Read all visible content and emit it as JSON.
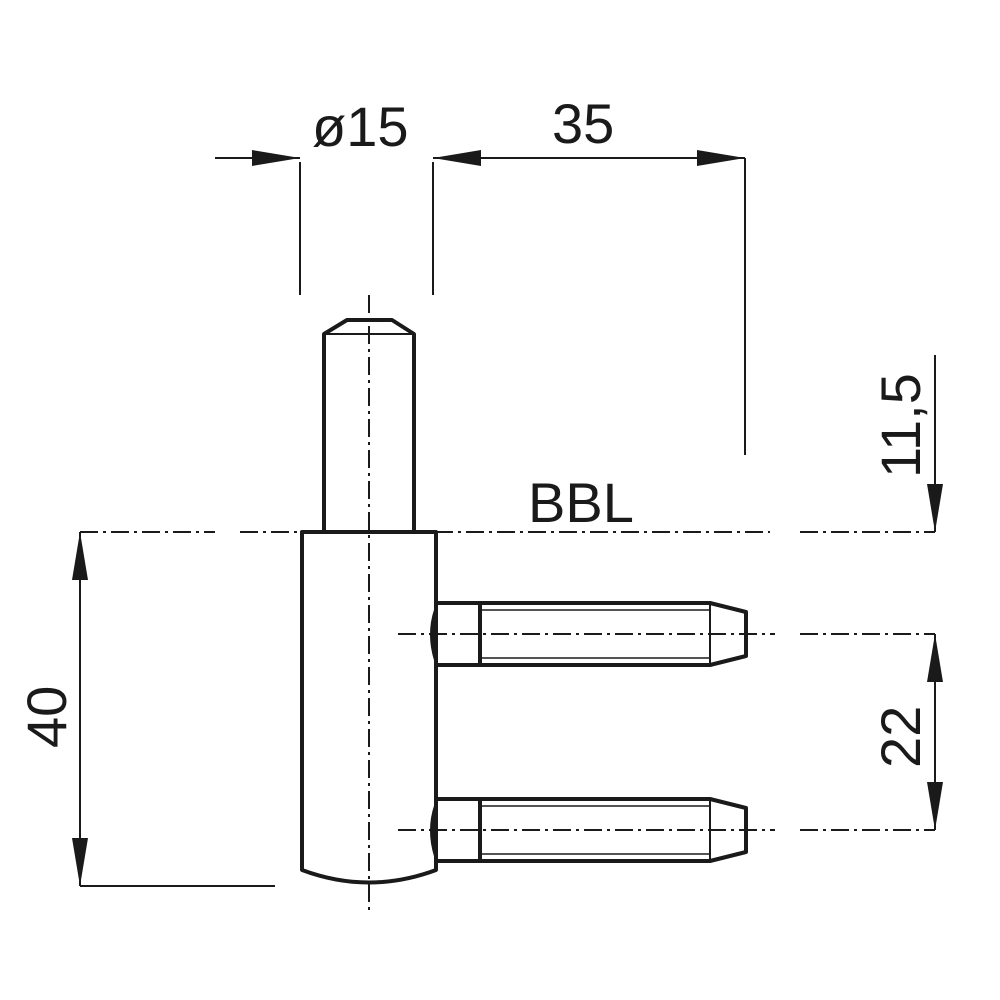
{
  "drawing": {
    "dimensions": {
      "diameter": "ø15",
      "offset": "35",
      "top_height": "11,5",
      "total_height": "40",
      "pin_spacing": "22"
    },
    "reference_label": "BBL"
  }
}
